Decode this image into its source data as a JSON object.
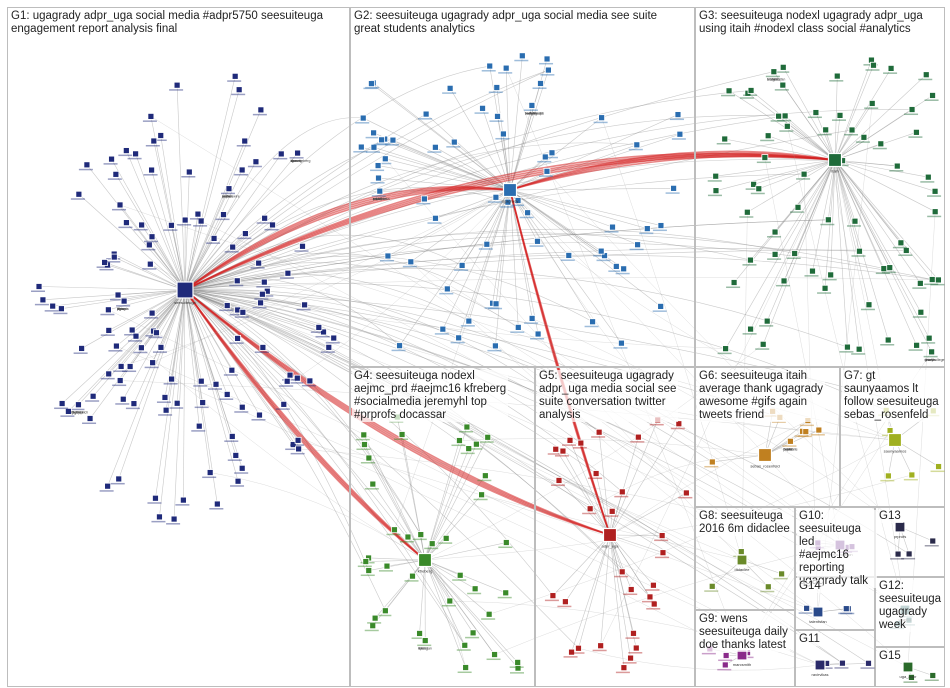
{
  "groups": [
    {
      "id": "g1",
      "label": "G1: ugagrady adpr_uga social media #adpr5750 seesuiteuga\nengagement report analysis final",
      "color": "#1f2a7a"
    },
    {
      "id": "g2",
      "label": "G2: seesuiteuga ugagrady adpr_uga social media see suite\ngreat students analytics",
      "color": "#2a6db0"
    },
    {
      "id": "g3",
      "label": "G3: seesuiteuga nodexl ugagrady adpr_uga\nusing itaih #nodexl class social #analytics",
      "color": "#1f6b3a"
    },
    {
      "id": "g4",
      "label": "G4: seesuiteuga nodexl\naejmc_prd #aejmc16 kfreberg\n#socialmedia jeremyhl top\n#prprofs docassar",
      "color": "#3a8a2a"
    },
    {
      "id": "g5",
      "label": "G5: seesuiteuga ugagrady\nadpr_uga media social see\nsuite conversation twitter\nanalysis",
      "color": "#b02020"
    },
    {
      "id": "g6",
      "label": "G6: seesuiteuga itaih\naverage thank ugagrady\nawesome #gifs again\ntweets friend",
      "color": "#c08020"
    },
    {
      "id": "g7",
      "label": "G7: gt\nsaunyaamos lt\nfollow seesuiteuga\nsebas_rosenfeld",
      "color": "#a0b020"
    },
    {
      "id": "g8",
      "label": "G8: seesuiteuga\n2016 6m didaclee",
      "color": "#6a8a2a"
    },
    {
      "id": "g9",
      "label": "G9: wens\nseesuiteuga daily\ndoe thanks latest",
      "color": "#8a2a8a"
    },
    {
      "id": "g10",
      "label": "G10:\nseesuiteuga led\n#aejmc16\nreporting\nugagrady talk",
      "color": "#6a2a8a"
    },
    {
      "id": "g11",
      "label": "G11",
      "color": "#2a2a6a"
    },
    {
      "id": "g12",
      "label": "G12:\nseesuiteuga\nugagrady\nweek",
      "color": "#2a6a6a"
    },
    {
      "id": "g13",
      "label": "G13",
      "color": "#2a2a4a"
    },
    {
      "id": "g14",
      "label": "G14",
      "color": "#2a4a8a"
    },
    {
      "id": "g15",
      "label": "G15",
      "color": "#2a6a2a"
    }
  ],
  "node_labels": [
    "seesuiteuga",
    "ugagrady",
    "adpr_uga",
    "itaih",
    "nodexl",
    "didaclee",
    "sebas_rosenfeld",
    "saunyaamos",
    "kfreberg",
    "jeremyhl",
    "docassar",
    "aejmc_prd",
    "marcsmith",
    "smrfoundation",
    "ravirvikas",
    "ugasbs",
    "prprofs",
    "talentsfan",
    "uga_adpr",
    "hootsuite",
    "karenfreberg",
    "ginidietrich",
    "prnewswire",
    "jbrown",
    "socialmedia",
    "adpr_class",
    "gradycollege",
    "mtaylor",
    "kpatel",
    "lwhite",
    "sjones",
    "digitalpr",
    "aejmc",
    "uga",
    "nodexlgraph",
    "socialnet",
    "datavis",
    "analyticsfan",
    "cmorgan",
    "dsmith",
    "rlee",
    "tnguyen",
    "mchen",
    "agarcia",
    "bwilson",
    "eclark",
    "fmartin",
    "hroberts",
    "ikim",
    "jlopez",
    "kyoung",
    "lhall",
    "mallen",
    "nking",
    "owright",
    "pscott"
  ]
}
